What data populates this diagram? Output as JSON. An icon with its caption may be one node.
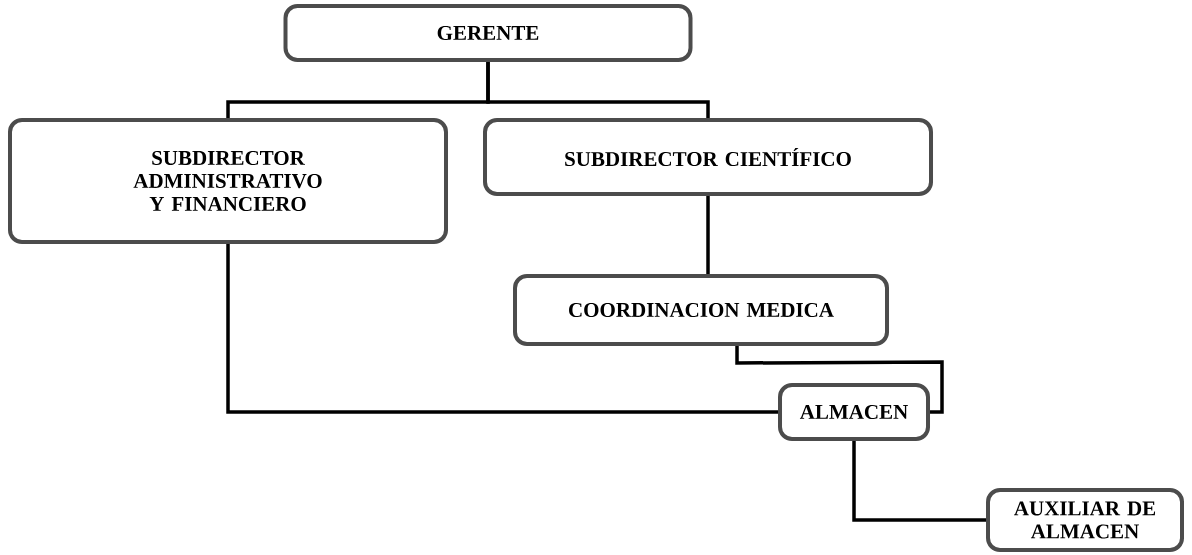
{
  "diagram": {
    "nodes": [
      {
        "text": [
          "GERENTE"
        ]
      },
      {
        "text": [
          "SUBDIRECTOR ADMINISTRATIVO Y FINANCIERO"
        ]
      },
      {
        "text": [
          "SUBDIRECTOR CIENTÍFICO"
        ]
      },
      {
        "text": [
          "COORDINACION MEDICA"
        ]
      },
      {
        "text": [
          "ALMACEN"
        ]
      },
      {
        "text": [
          "AUXILIAR DE ALMACEN"
        ]
      }
    ],
    "edges": [
      {
        "from": 0,
        "to": 1,
        "arrow": "none"
      },
      {
        "from": 0,
        "to": 2,
        "arrow": "none"
      },
      {
        "from": 2,
        "to": 3,
        "arrow": "none"
      },
      {
        "from": 3,
        "to": 4,
        "arrow": "none"
      },
      {
        "from": 1,
        "to": 4,
        "arrow": "none"
      },
      {
        "from": 4,
        "to": 5,
        "arrow": "none"
      }
    ]
  }
}
